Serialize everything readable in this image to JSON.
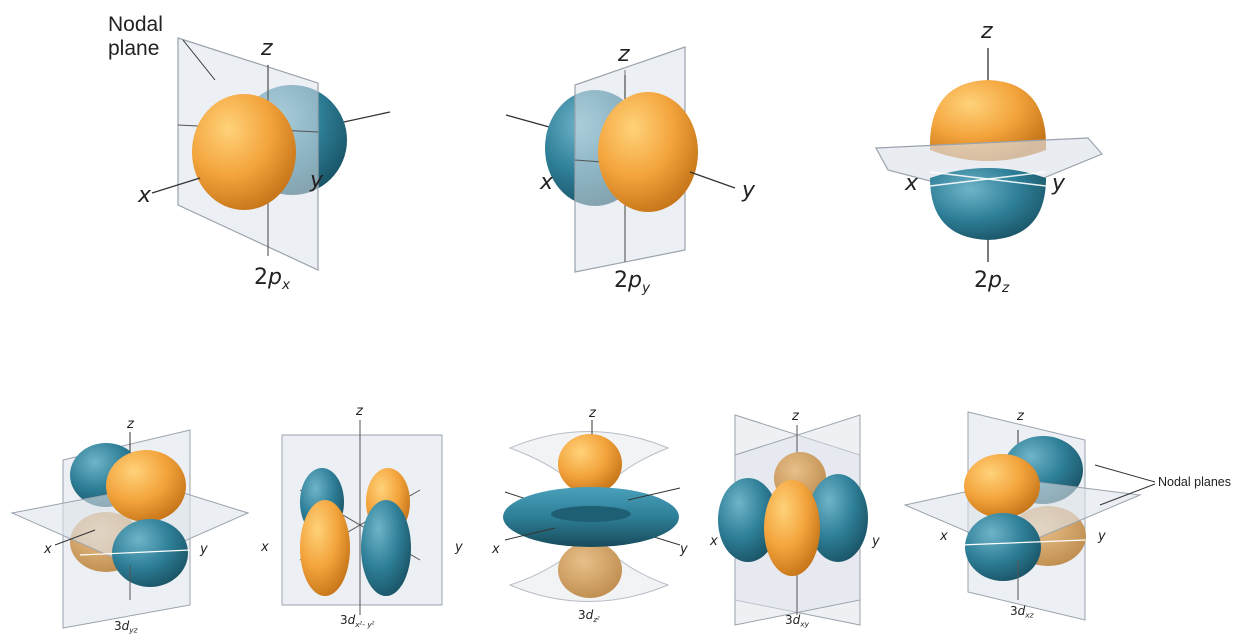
{
  "colors": {
    "orange_lobe": "#f3a33b",
    "teal_lobe": "#2e7f98",
    "plane": "#dde2ea",
    "axis": "#333333"
  },
  "annotations": {
    "nodal_plane_line1": "Nodal",
    "nodal_plane_line2": "plane",
    "nodal_planes": "Nodal planes"
  },
  "orbitals_2p": [
    {
      "prefix": "2",
      "letter": "p",
      "sub": "x",
      "axes": {
        "z": "z",
        "x": "x",
        "y": "y"
      }
    },
    {
      "prefix": "2",
      "letter": "p",
      "sub": "y",
      "axes": {
        "z": "z",
        "x": "x",
        "y": "y"
      }
    },
    {
      "prefix": "2",
      "letter": "p",
      "sub": "z",
      "axes": {
        "z": "z",
        "x": "x",
        "y": "y"
      }
    }
  ],
  "orbitals_3d": [
    {
      "prefix": "3",
      "letter": "d",
      "sub": "yz",
      "sup": "",
      "axes": {
        "z": "z",
        "x": "x",
        "y": "y"
      }
    },
    {
      "prefix": "3",
      "letter": "d",
      "sub": "x",
      "sup": "2",
      "sub2": "- y",
      "sup2": "2",
      "axes": {
        "z": "z",
        "x": "x",
        "y": "y"
      }
    },
    {
      "prefix": "3",
      "letter": "d",
      "sub": "z",
      "sup": "2",
      "axes": {
        "z": "z",
        "x": "x",
        "y": "y"
      }
    },
    {
      "prefix": "3",
      "letter": "d",
      "sub": "xy",
      "sup": "",
      "axes": {
        "z": "z",
        "x": "x",
        "y": "y"
      }
    },
    {
      "prefix": "3",
      "letter": "d",
      "sub": "xz",
      "sup": "",
      "axes": {
        "z": "z",
        "x": "x",
        "y": "y"
      }
    }
  ]
}
